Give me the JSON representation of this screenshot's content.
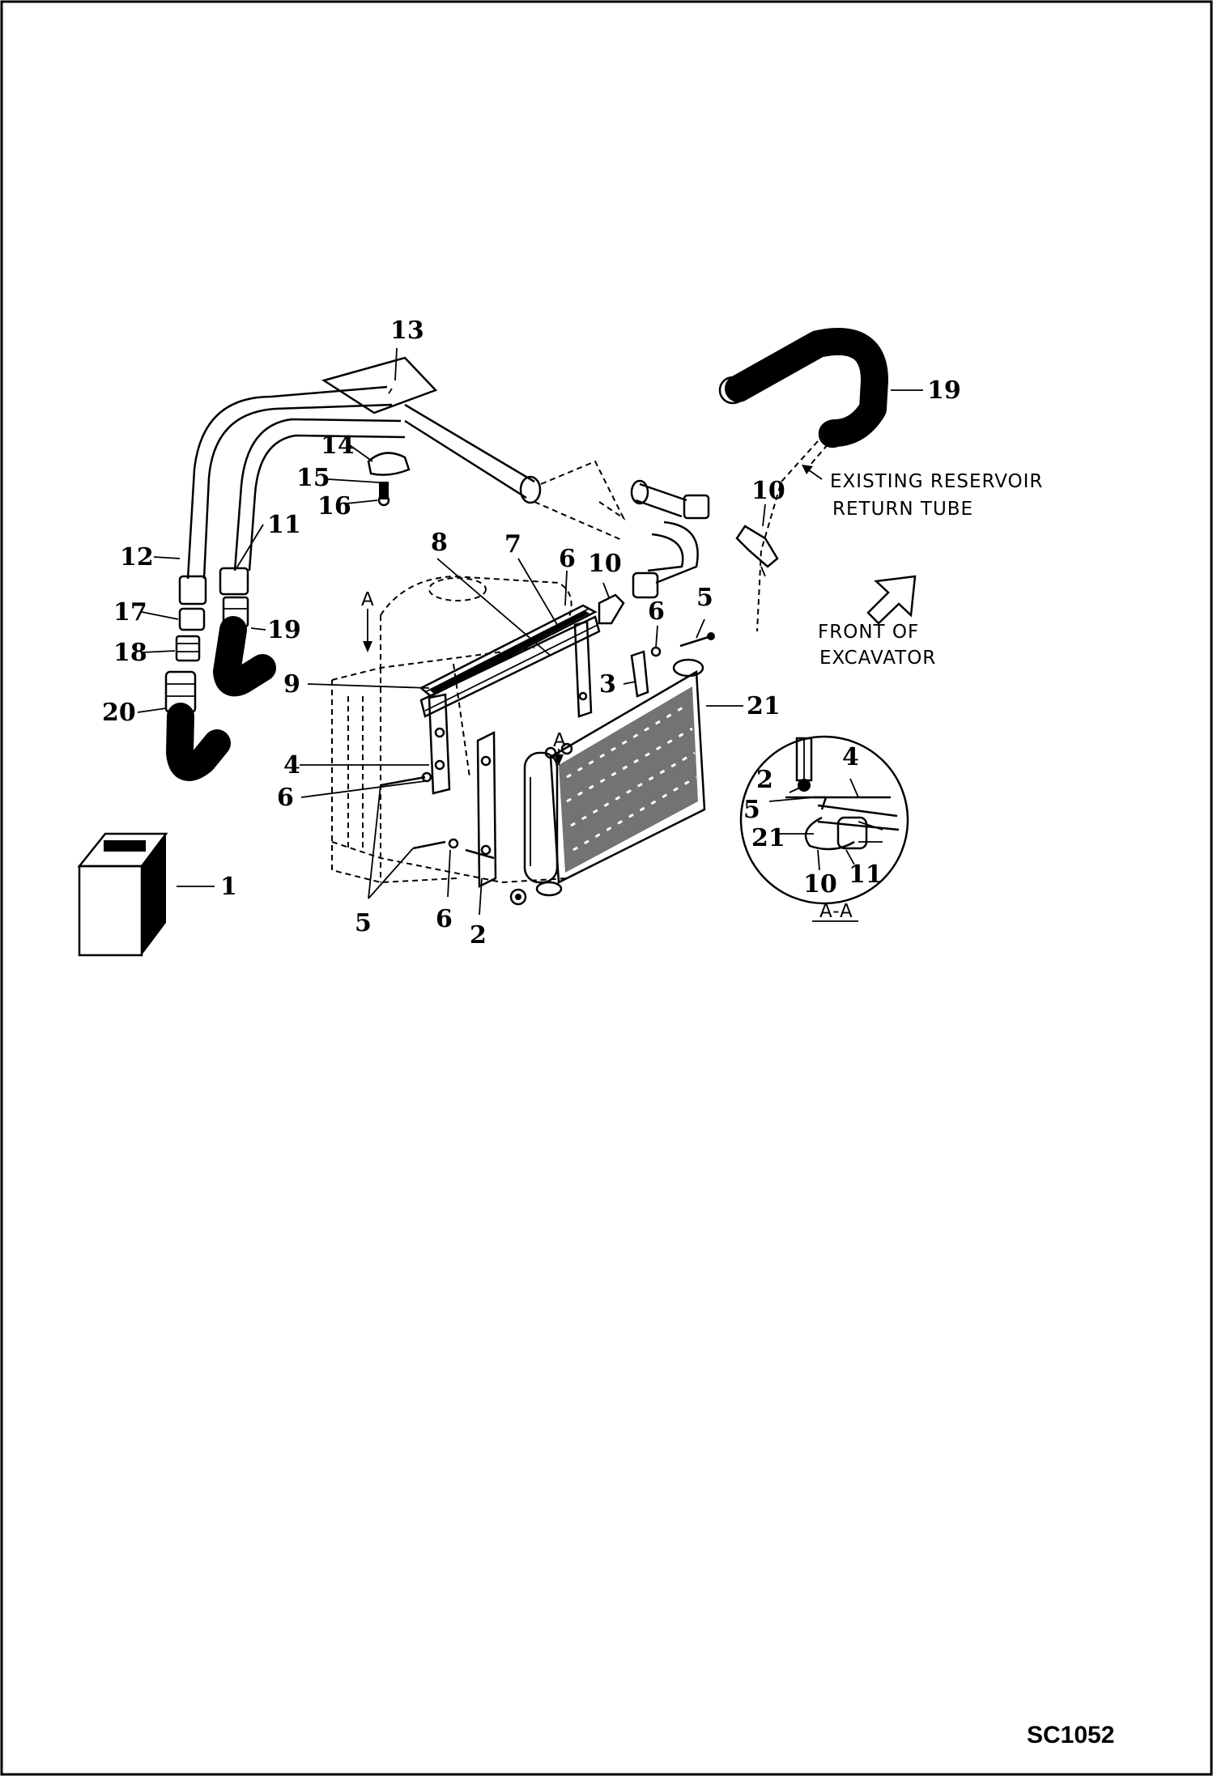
{
  "drawing_code": "SC1052",
  "notes": {
    "existing_line1": "EXISTING RESERVOIR",
    "existing_line2": "RETURN TUBE",
    "front_line1": "FRONT OF",
    "front_line2": "EXCAVATOR"
  },
  "section": {
    "label": "A-A"
  },
  "section_arrows": {
    "a1": "A",
    "a2": "A"
  },
  "callouts": {
    "c1": "1",
    "c2": "2",
    "c3": "3",
    "c4": "4",
    "c5a": "5",
    "c5b": "5",
    "c6a": "6",
    "c6b": "6",
    "c6c": "6",
    "c6d": "6",
    "c7": "7",
    "c8": "8",
    "c9": "9",
    "c10a": "10",
    "c10b": "10",
    "c11": "11",
    "c12": "12",
    "c13": "13",
    "c14": "14",
    "c15": "15",
    "c16": "16",
    "c17": "17",
    "c18": "18",
    "c19a": "19",
    "c19b": "19",
    "c20": "20",
    "c21": "21"
  },
  "detail_callouts": {
    "d2": "2",
    "d4": "4",
    "d5": "5",
    "d21": "21",
    "d10": "10",
    "d11": "11"
  }
}
